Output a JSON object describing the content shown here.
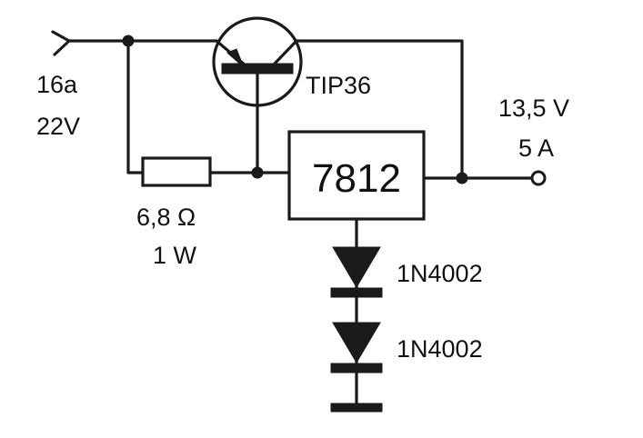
{
  "input": {
    "line1": "16a",
    "line2": "22V"
  },
  "transistor": {
    "label": "TIP36"
  },
  "regulator": {
    "label": "7812"
  },
  "output": {
    "voltage": "13,5 V",
    "current": "5 A"
  },
  "resistor": {
    "value": "6,8 Ω",
    "power": "1 W"
  },
  "diodes": [
    {
      "label": "1N4002"
    },
    {
      "label": "1N4002"
    }
  ],
  "colors": {
    "ink": "#1a1a1a",
    "paper": "#ffffff"
  }
}
